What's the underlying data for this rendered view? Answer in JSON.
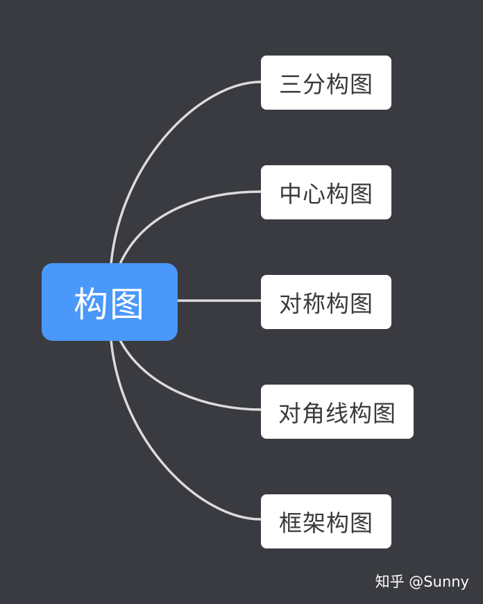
{
  "colors": {
    "background": "#393b41",
    "root_fill": "#4a98fa",
    "root_text": "#ffffff",
    "branch_fill": "#ffffff",
    "branch_text": "#3a3a3a",
    "connector": "#dcdcdc"
  },
  "root": {
    "label": "构图"
  },
  "branches": [
    {
      "label": "三分构图"
    },
    {
      "label": "中心构图"
    },
    {
      "label": "对称构图"
    },
    {
      "label": "对角线构图"
    },
    {
      "label": "框架构图"
    }
  ],
  "watermark": {
    "text": "知乎 @Sunny"
  }
}
